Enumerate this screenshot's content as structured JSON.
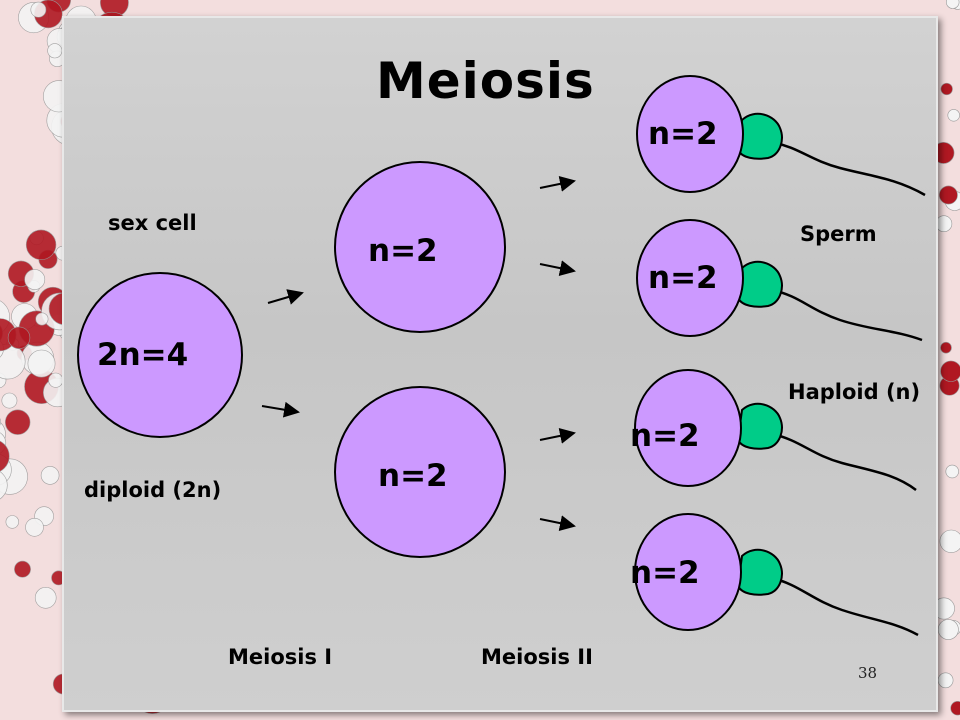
{
  "slide": {
    "title": "Meiosis",
    "page_number": "38"
  },
  "labels": {
    "sex_cell": "sex cell",
    "diploid": "diploid (2n)",
    "sperm": "Sperm",
    "haploid": "Haploid (n)",
    "meiosis_one": "Meiosis I",
    "meiosis_two": "Meiosis II"
  },
  "cells": {
    "parent": "2n=4",
    "daughters": [
      "n=2",
      "n=2"
    ],
    "sperm": [
      "n=2",
      "n=2",
      "n=2",
      "n=2"
    ]
  },
  "colors": {
    "cell_fill": "#cc99ff",
    "sperm_head": "#00cc88",
    "background_pink": "#f3dede",
    "bead_red": "#b01822",
    "bead_white": "#f4f4f4"
  }
}
